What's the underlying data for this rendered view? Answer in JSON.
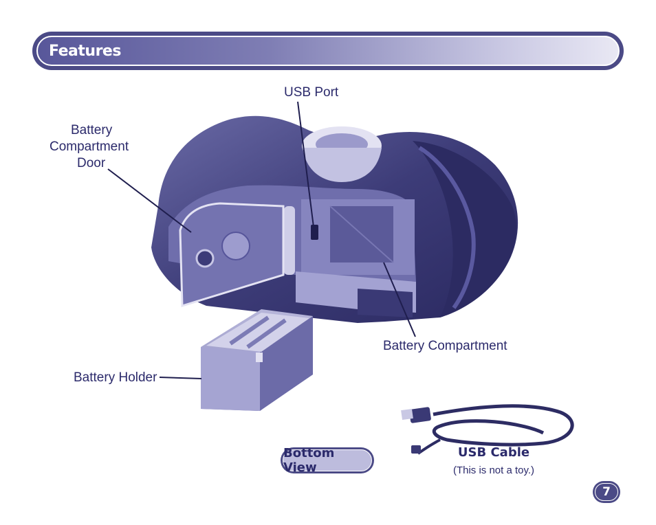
{
  "header": {
    "title": "Features"
  },
  "labels": {
    "usb_port": "USB Port",
    "battery_door_line1": "Battery",
    "battery_door_line2": "Compartment",
    "battery_door_line3": "Door",
    "battery_compartment": "Battery Compartment",
    "battery_holder": "Battery Holder"
  },
  "view_badge": "Bottom View",
  "usb_cable": {
    "title": "USB Cable",
    "note": "(This is not a toy.)"
  },
  "page_number": "7",
  "colors": {
    "accent": "#4b4a86",
    "text": "#2b2a6b",
    "badge_fill": "#bdbcdd"
  }
}
